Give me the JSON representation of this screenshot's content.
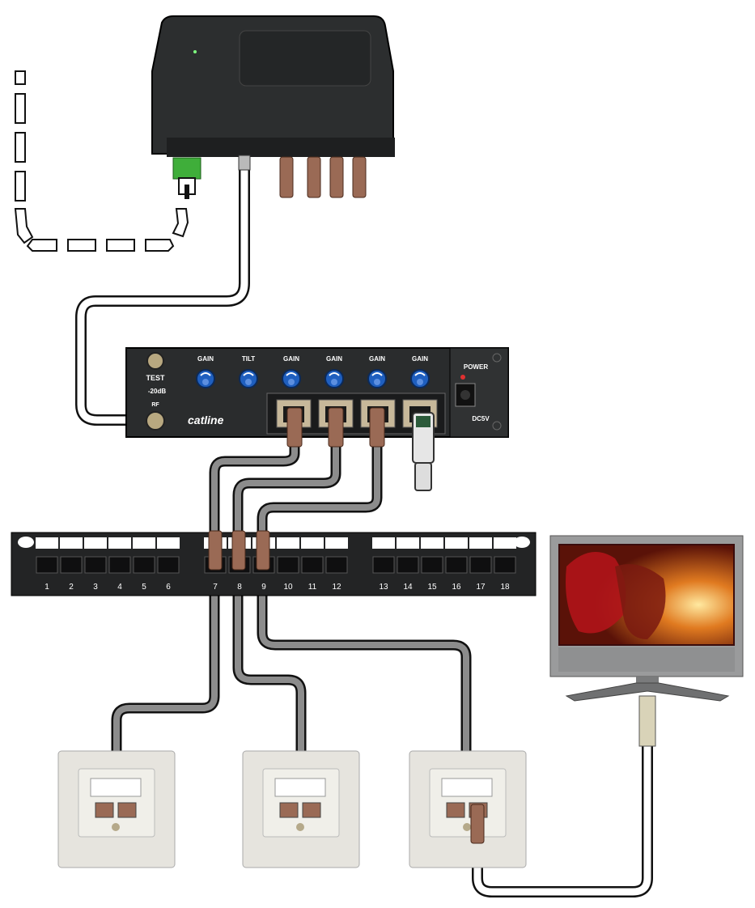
{
  "amplifier": {
    "knob_labels": [
      "GAIN",
      "TILT",
      "GAIN",
      "GAIN",
      "GAIN",
      "GAIN"
    ],
    "test_label": "TEST",
    "test_level": "-20dB",
    "rf_label": "RF",
    "brand": "catline",
    "power_label": "POWER",
    "dc_label": "DC5V"
  },
  "patch_panel": {
    "port_numbers": [
      "1",
      "2",
      "3",
      "4",
      "5",
      "6",
      "7",
      "8",
      "9",
      "10",
      "11",
      "12",
      "13",
      "14",
      "15",
      "16",
      "17",
      "18"
    ]
  },
  "colors": {
    "device_dark": "#2a2c2d",
    "knob_blue": "#1f5fbf",
    "cable_grey": "#8c8c8c",
    "connector_copper": "#9a6a55",
    "fiber_green": "#3fae3a",
    "socket_white": "#ecebe6"
  }
}
